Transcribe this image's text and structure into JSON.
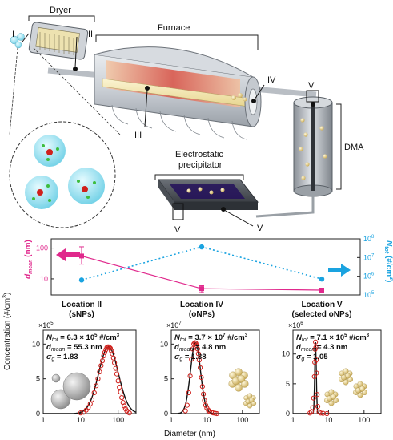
{
  "apparatus": {
    "dryer_label": "Dryer",
    "furnace_label": "Furnace",
    "dma_label": "DMA",
    "precipitator_label_line1": "Electrostatic",
    "precipitator_label_line2": "precipitator",
    "locations": [
      "I",
      "II",
      "III",
      "IV",
      "V"
    ]
  },
  "colors": {
    "magenta": "#e0288c",
    "cyan": "#1aa3e0",
    "red_marker": "#d0201c"
  },
  "chart_data": [
    {
      "type": "line",
      "categories": [
        "Location II\n(sNPs)",
        "Location IV\n(oNPs)",
        "Location V\n(selected oNPs)"
      ],
      "category_lines": [
        [
          "Location II",
          "(sNPs)"
        ],
        [
          "Location IV",
          "(oNPs)"
        ],
        [
          "Location V",
          "(selected oNPs)"
        ]
      ],
      "left_axis": {
        "label_d": "d",
        "label_sub": "mean",
        "label_unit": " (nm)",
        "scale": "log",
        "ylim": [
          3,
          200
        ],
        "ticks": [
          "100",
          "10"
        ],
        "tick_values": [
          100,
          10
        ]
      },
      "right_axis": {
        "label_n": "N",
        "label_sub": "tot",
        "label_unit": " (#/cm",
        "label_sup": "3",
        "label_end": ")",
        "scale": "log",
        "ylim": [
          100000,
          100000000
        ],
        "ticks": [
          "10",
          "10",
          "10",
          "10"
        ],
        "tick_exps": [
          "8",
          "7",
          "6",
          "5"
        ],
        "tick_values": [
          100000000,
          10000000,
          1000000,
          100000
        ]
      },
      "series": [
        {
          "axis": "left",
          "values": [
            55.3,
            4.8,
            4.3
          ],
          "errors_low": [
            30,
            3.6,
            3.8
          ],
          "errors_high": [
            110,
            6.0,
            4.8
          ]
        },
        {
          "axis": "right",
          "values": [
            630000,
            37000000,
            710000
          ]
        }
      ]
    },
    {
      "type": "scatter",
      "panel": "sNPs",
      "multiplier_base": "×10",
      "multiplier_exp": "5",
      "annot": {
        "ntot": "= 6.3 × 10",
        "ntot_exp": "5",
        "ntot_unit": " #/cm",
        "ntot_unit_sup": "3",
        "dmean": "= 55.3 nm",
        "sigma": "= 1.83"
      },
      "xscale": "log",
      "xlim": [
        1,
        300
      ],
      "xticks": [
        "1",
        "10",
        "100"
      ],
      "ylim": [
        0,
        12
      ],
      "yticks": [
        "0",
        "5",
        "10"
      ],
      "fit": {
        "mode": 55.3,
        "sigma_g": 1.83,
        "peak": 9.6
      },
      "points_x": [
        10,
        12,
        14,
        16,
        18,
        20,
        23,
        26,
        29,
        32,
        35,
        38,
        41,
        44,
        47,
        50,
        53,
        56,
        59,
        62,
        66,
        70,
        75,
        80,
        86,
        92,
        100,
        108,
        116,
        125,
        135,
        145,
        157,
        170,
        185,
        200
      ],
      "points_y": [
        0.1,
        0.2,
        0.5,
        0.9,
        1.4,
        2.0,
        3.0,
        4.0,
        5.0,
        6.0,
        6.9,
        7.6,
        8.3,
        8.8,
        9.2,
        9.5,
        9.6,
        9.6,
        9.5,
        9.4,
        9.0,
        8.6,
        8.0,
        7.3,
        6.5,
        5.7,
        4.7,
        3.8,
        3.1,
        2.3,
        1.6,
        1.1,
        0.7,
        0.4,
        0.2,
        0.1
      ]
    },
    {
      "type": "scatter",
      "panel": "oNPs",
      "multiplier_base": "×10",
      "multiplier_exp": "7",
      "annot": {
        "ntot": "= 3.7 × 10",
        "ntot_exp": "7",
        "ntot_unit": " #/cm",
        "ntot_unit_sup": "3",
        "dmean": "= 4.8 nm",
        "sigma": "= 1.38"
      },
      "xscale": "log",
      "xlim": [
        1,
        300
      ],
      "xticks": [
        "1",
        "10",
        "100"
      ],
      "ylim": [
        0,
        12
      ],
      "yticks": [
        "0",
        "5",
        "10"
      ],
      "fit": {
        "mode": 4.8,
        "sigma_g": 1.38,
        "peak": 10.2
      },
      "points_x": [
        2.5,
        2.8,
        3.1,
        3.4,
        3.7,
        4.0,
        4.3,
        4.6,
        4.9,
        5.2,
        5.5,
        5.8,
        6.1,
        6.5,
        7.0,
        7.5,
        8.0,
        8.6,
        9.3,
        10.0,
        11.0,
        12.0,
        13.5,
        15.0,
        17.0,
        19.0
      ],
      "points_y": [
        0.4,
        1.2,
        3.0,
        5.4,
        7.8,
        9.3,
        10.0,
        10.2,
        10.1,
        9.8,
        9.3,
        8.6,
        7.7,
        6.6,
        5.2,
        3.9,
        2.8,
        1.9,
        1.2,
        0.8,
        0.5,
        0.3,
        0.2,
        0.1,
        0.05,
        0.0
      ]
    },
    {
      "type": "scatter",
      "panel": "selected oNPs",
      "multiplier_base": "×10",
      "multiplier_exp": "6",
      "annot": {
        "ntot": "= 7.1 × 10",
        "ntot_exp": "5",
        "ntot_unit": " #/cm",
        "ntot_unit_sup": "3",
        "dmean": "= 4.3 nm",
        "sigma": "= 1.05"
      },
      "xscale": "log",
      "xlim": [
        1,
        300
      ],
      "xticks": [
        "1",
        "10",
        "100"
      ],
      "ylim": [
        0,
        14
      ],
      "yticks": [
        "0",
        "5",
        "10"
      ],
      "fit": {
        "mode": 4.3,
        "sigma_g": 1.05,
        "peak": 12.0
      },
      "points_x": [
        3.0,
        3.3,
        3.6,
        3.8,
        4.0,
        4.1,
        4.2,
        4.3,
        4.4,
        4.5,
        4.6,
        4.8,
        5.0,
        5.4,
        6.0,
        7.0,
        9.0
      ],
      "points_y": [
        0.1,
        0.3,
        1.0,
        2.6,
        6.2,
        8.6,
        10.8,
        12.0,
        11.1,
        9.0,
        6.8,
        3.2,
        1.2,
        0.3,
        0.1,
        0.05,
        0.0
      ]
    }
  ],
  "shared_axes": {
    "ylabel": "Concentration (#/cm",
    "ylabel_sup": "3",
    "ylabel_end": ")",
    "xlabel": "Diameter (nm)",
    "sym_ntot": "N",
    "sym_ntot_sub": "tot",
    "sym_dmean": "d",
    "sym_dmean_sub": "mean",
    "sym_sigma": "σ",
    "sym_sigma_sub": "g"
  }
}
